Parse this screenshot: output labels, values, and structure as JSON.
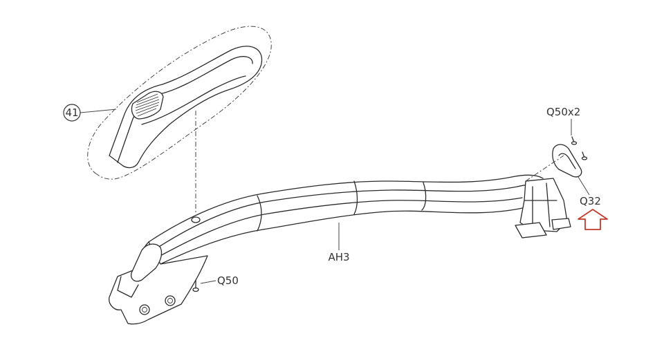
{
  "parts": [
    {
      "id": "grip",
      "label": "41",
      "circled": true
    },
    {
      "id": "handlebar",
      "label": "AH3"
    },
    {
      "id": "screw-front",
      "label": "Q50"
    },
    {
      "id": "screw-rear",
      "label": "Q50x2"
    },
    {
      "id": "end-cap",
      "label": "Q32"
    }
  ],
  "callout": {
    "icon": "up-arrow-icon",
    "color": "#c0392b"
  }
}
